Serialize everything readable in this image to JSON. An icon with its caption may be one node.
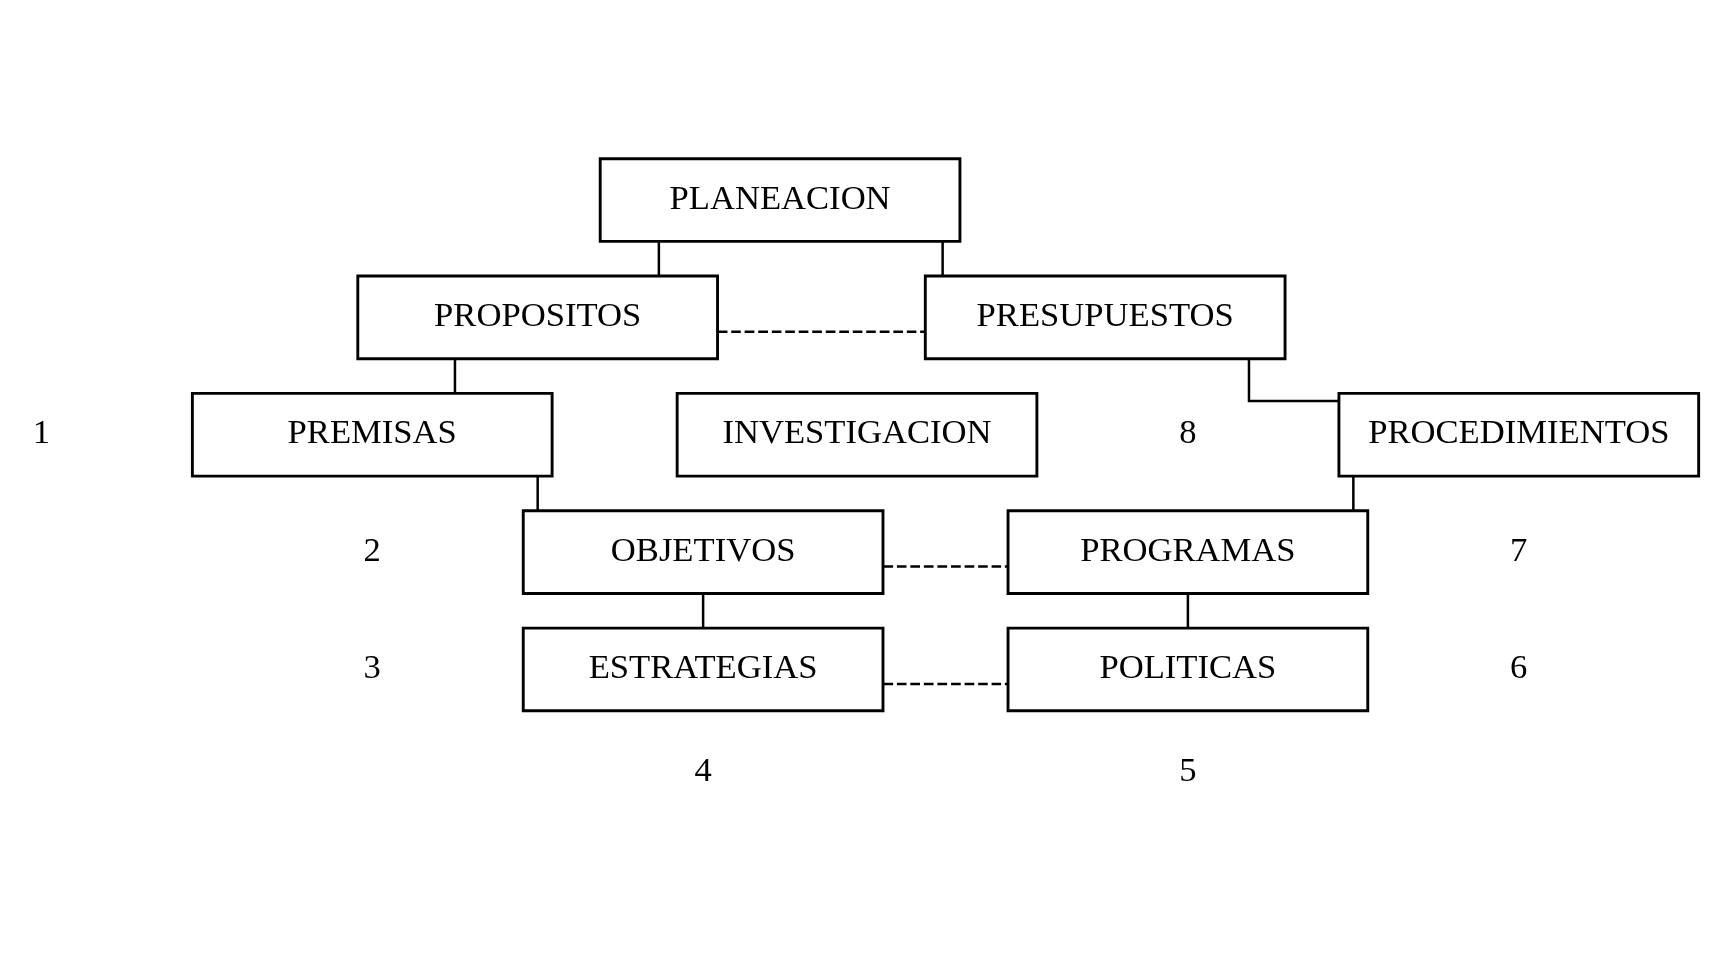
{
  "diagram": {
    "nodes": [
      {
        "text": [
          "PLANEACION"
        ]
      },
      {
        "text": [
          "PROPOSITOS"
        ]
      },
      {
        "text": [
          "PREMISAS"
        ]
      },
      {
        "text": [
          "OBJETIVOS"
        ]
      },
      {
        "text": [
          "ESTRATEGIAS"
        ]
      },
      {
        "text": [
          "INVESTIGACION"
        ]
      },
      {
        "text": [
          "PRESUPUESTOS"
        ]
      },
      {
        "text": [
          "PROCEDIMIENTOS"
        ]
      },
      {
        "text": [
          "PROGRAMAS"
        ]
      },
      {
        "text": [
          "POLITICAS"
        ]
      }
    ],
    "edges": [
      {
        "from": 0,
        "to": 1,
        "arrow": "none"
      },
      {
        "from": 0,
        "to": 6,
        "arrow": "none"
      },
      {
        "from": 1,
        "to": 2,
        "arrow": "none"
      },
      {
        "from": 2,
        "to": 3,
        "arrow": "none"
      },
      {
        "from": 3,
        "to": 4,
        "arrow": "none"
      },
      {
        "from": 6,
        "to": 7,
        "arrow": "none"
      },
      {
        "from": 7,
        "to": 8,
        "arrow": "none"
      },
      {
        "from": 8,
        "to": 9,
        "arrow": "none"
      },
      {
        "from": 1,
        "to": 6,
        "arrow": "none",
        "style": "dashed"
      },
      {
        "from": 3,
        "to": 8,
        "arrow": "none",
        "style": "dashed"
      },
      {
        "from": 4,
        "to": 9,
        "arrow": "none",
        "style": "dashed"
      }
    ],
    "labels": [
      "8",
      "1",
      "7",
      "2",
      "6",
      "3",
      "5",
      "4"
    ]
  }
}
